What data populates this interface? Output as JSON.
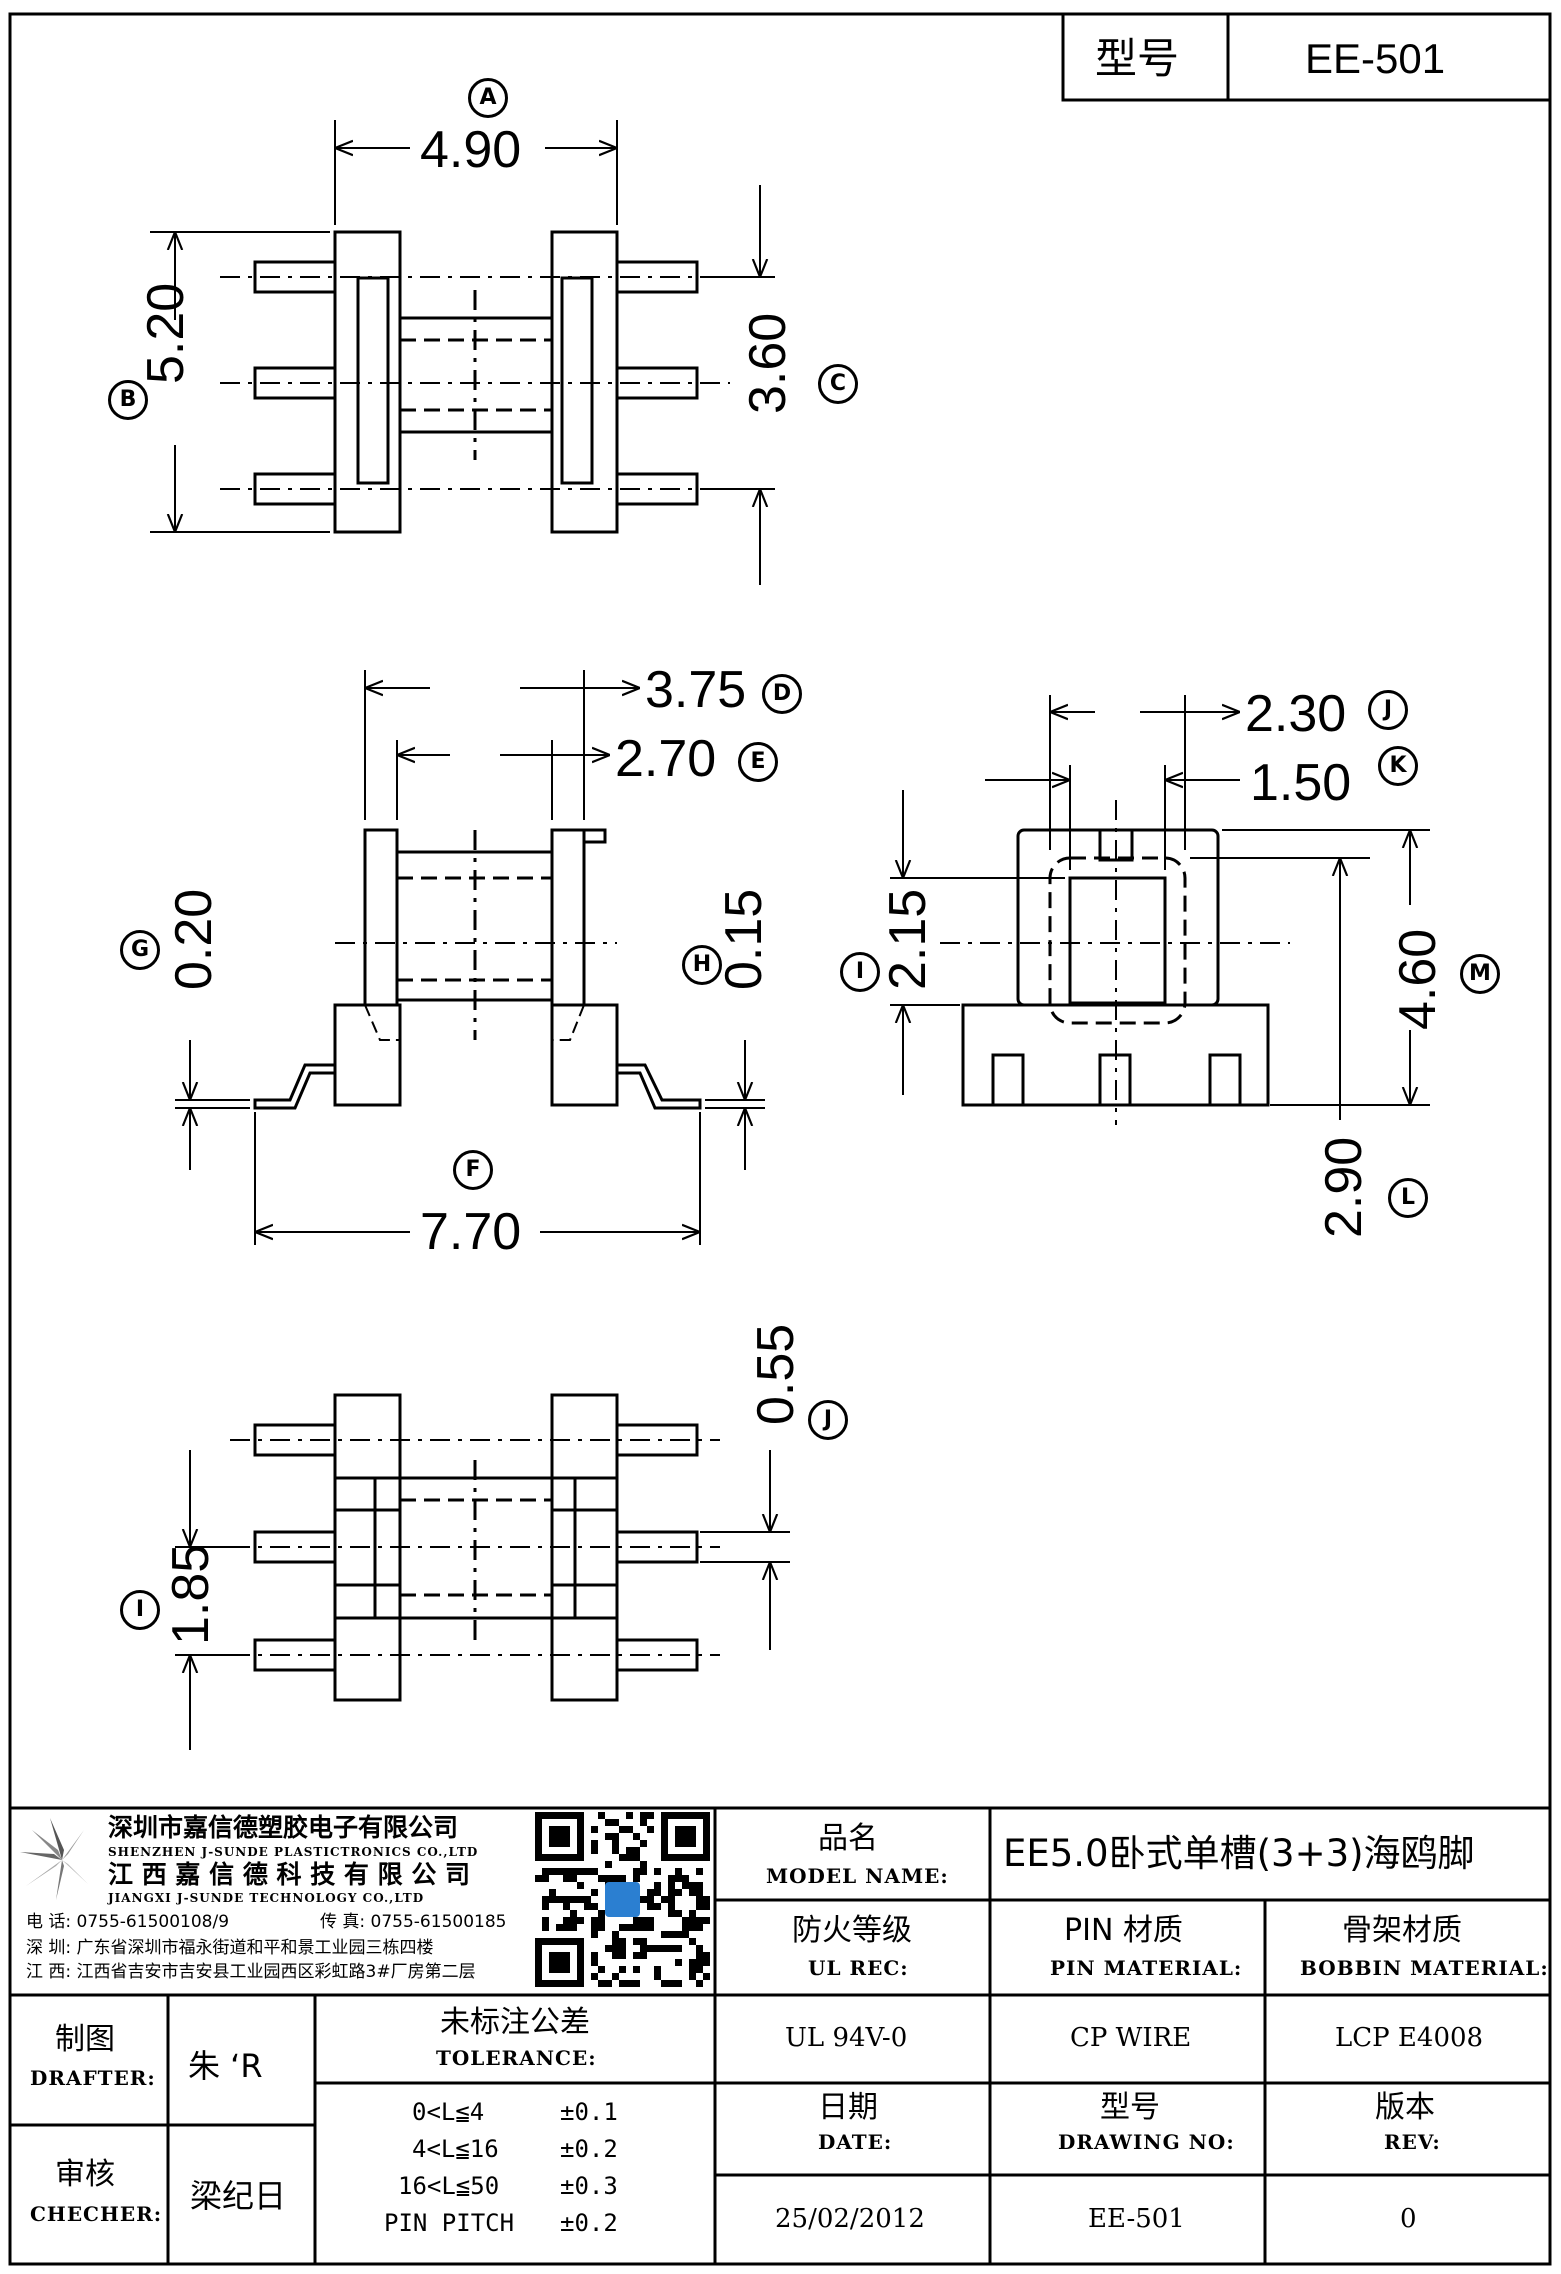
{
  "header": {
    "model_label": "型号",
    "model_value": "EE-501"
  },
  "dimensions": [
    {
      "letter": "A",
      "value": "4.90"
    },
    {
      "letter": "B",
      "value": "5.20"
    },
    {
      "letter": "C",
      "value": "3.60"
    },
    {
      "letter": "D",
      "value": "3.75"
    },
    {
      "letter": "E",
      "value": "2.70"
    },
    {
      "letter": "F",
      "value": "7.70"
    },
    {
      "letter": "G",
      "value": "0.20"
    },
    {
      "letter": "H",
      "value": "0.15"
    },
    {
      "letter": "I",
      "value": "2.15"
    },
    {
      "letter": "J",
      "value": "2.30"
    },
    {
      "letter": "K",
      "value": "1.50"
    },
    {
      "letter": "L",
      "value": "2.90"
    },
    {
      "letter": "M",
      "value": "4.60"
    },
    {
      "letter": "J",
      "value": "0.55"
    },
    {
      "letter": "I",
      "value": "1.85"
    }
  ],
  "company": {
    "name_cn_1": "深圳市嘉信德塑胶电子有限公司",
    "name_en_1": "SHENZHEN J-SUNDE PLASTICTRONICS CO.,LTD",
    "name_cn_2": "江 西 嘉 信 德 科 技 有 限 公 司",
    "name_en_2": "JIANGXI J-SUNDE TECHNOLOGY CO.,LTD",
    "phone": "电 话: 0755-61500108/9",
    "fax": "传 真: 0755-61500185",
    "addr_sz": "深 圳: 广东省深圳市福永街道和平和景工业园三栋四楼",
    "addr_jx": "江 西: 江西省吉安市吉安县工业园西区彩虹路3#厂房第二层"
  },
  "title_block": {
    "model_name_cn": "品名",
    "model_name_en": "MODEL NAME:",
    "model_name_value": "EE5.0卧式单槽(3+3)海鸥脚",
    "ul_cn": "防火等级",
    "ul_en": "UL REC:",
    "ul_value": "UL 94V-0",
    "pin_cn": "PIN 材质",
    "pin_en": "PIN MATERIAL:",
    "pin_value": "CP WIRE",
    "bobbin_cn": "骨架材质",
    "bobbin_en": "BOBBIN MATERIAL:",
    "bobbin_value": "LCP E4008",
    "drafter_cn": "制图",
    "drafter_en": "DRAFTER:",
    "drafter_value": "朱 ‘R",
    "checker_cn": "审核",
    "checker_en": "CHECHER:",
    "checker_value": "梁纪日",
    "tolerance_cn": "未标注公差",
    "tolerance_en": "TOLERANCE:",
    "tolerances": [
      {
        "range": "0<L≦4",
        "value": "±0.1"
      },
      {
        "range": "4<L≦16",
        "value": "±0.2"
      },
      {
        "range": "16<L≦50",
        "value": "±0.3"
      },
      {
        "range": "PIN PITCH",
        "value": "±0.2"
      }
    ],
    "date_cn": "日期",
    "date_en": "DATE:",
    "date_value": "25/02/2012",
    "drawing_no_cn": "型号",
    "drawing_no_en": "DRAWING NO:",
    "drawing_no_value": "EE-501",
    "rev_cn": "版本",
    "rev_en": "REV:",
    "rev_value": "0"
  }
}
